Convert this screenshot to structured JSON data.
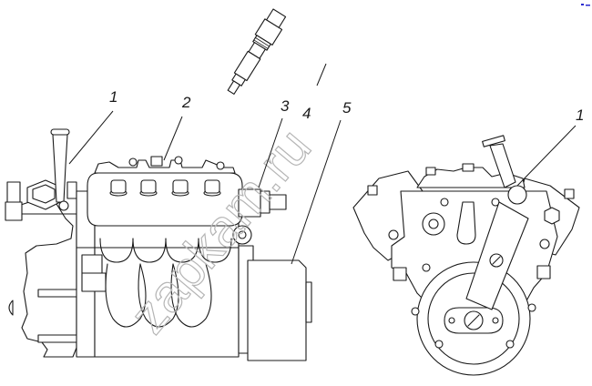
{
  "figure": {
    "description": "Fuel injection pump assembly, side and front views",
    "callouts": [
      {
        "id": "callout-1-left",
        "label": "1"
      },
      {
        "id": "callout-2",
        "label": "2"
      },
      {
        "id": "callout-3",
        "label": "3"
      },
      {
        "id": "callout-4",
        "label": "4"
      },
      {
        "id": "callout-5",
        "label": "5"
      },
      {
        "id": "callout-1-right",
        "label": "1"
      }
    ],
    "watermark": "zapkam.ru",
    "corner_mark_colors": [
      "#2a2ad0"
    ]
  }
}
